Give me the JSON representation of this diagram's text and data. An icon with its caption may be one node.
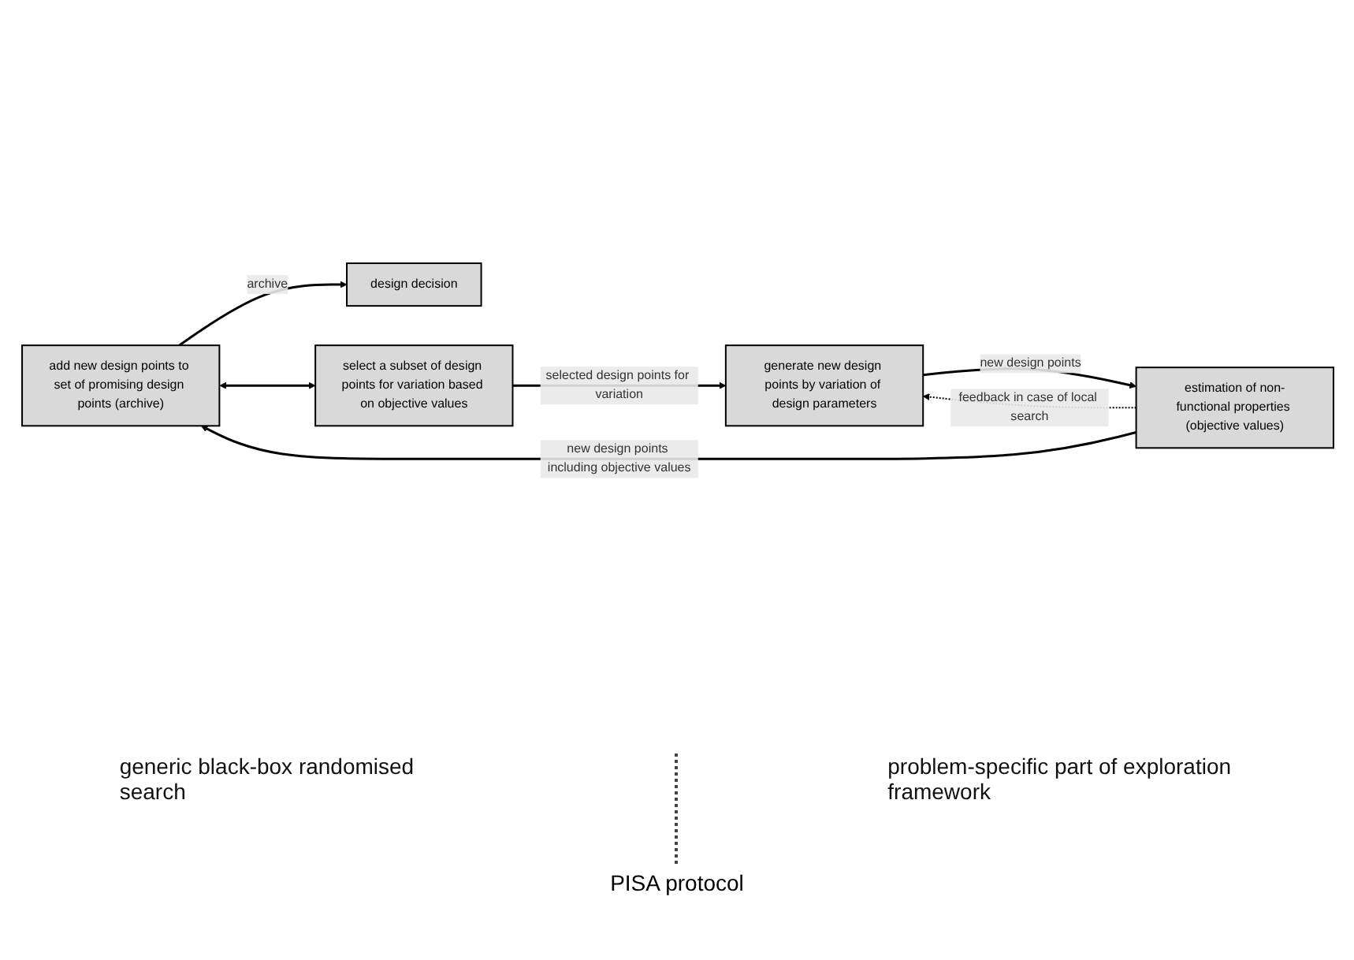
{
  "diagram": {
    "nodes": [
      {
        "text": [
          "design decision"
        ]
      },
      {
        "text": [
          "add new design points to set of promising design points (archive)"
        ]
      },
      {
        "text": [
          "estimation of non-functional properties (objective values)"
        ]
      },
      {
        "text": [
          "select a subset of design points for variation based on objective values"
        ]
      },
      {
        "text": [
          "generate new design points by variation of design parameters"
        ]
      }
    ],
    "edges": [
      {
        "from": 1,
        "to": 0,
        "arrow": "to",
        "label": "archive"
      },
      {
        "from": 2,
        "to": 1,
        "arrow": "to",
        "label": "new design points including objective values"
      },
      {
        "from": 1,
        "to": 3,
        "arrow": "both"
      },
      {
        "from": 3,
        "to": 4,
        "arrow": "to",
        "label": "selected design points for variation"
      },
      {
        "from": 2,
        "to": 4,
        "arrow": "to",
        "label": "feedback in case of local search",
        "style": "dashed"
      },
      {
        "from": 4,
        "to": 2,
        "arrow": "to",
        "label": "new design points"
      }
    ],
    "labels": [
      "generic black-box randomised search",
      "problem-specific part of exploration framework",
      "PISA protocol"
    ]
  }
}
